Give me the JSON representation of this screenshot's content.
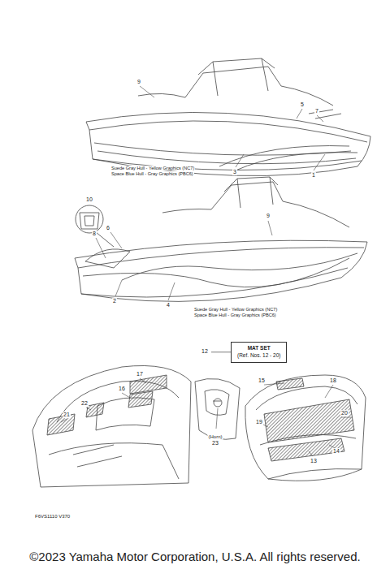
{
  "diagram": {
    "nodes": [
      {
        "text": [
          "MAT SET",
          "(Ref. Nos. 12 - 20)"
        ]
      }
    ],
    "labels": [
      "9",
      "5",
      "7",
      "3",
      "1",
      "Suede Gray Hull - Yellow Graphics (NC7)",
      "Space Blue Hull - Gray Graphics (PBC6)",
      "10",
      "8",
      "6",
      "9",
      "2",
      "4",
      "Suede Gray Hull - Yellow Graphics (NC7)",
      "Space Blue Hull - Gray Graphics (PBC6)",
      "12",
      "17",
      "16",
      "15",
      "22",
      "18",
      "21",
      "20",
      "19",
      "(Horn)",
      "23",
      "14",
      "13",
      "F6VS1110 V370",
      "©2023 Yamaha Motor Corporation, U.S.A. All rights reserved."
    ]
  }
}
